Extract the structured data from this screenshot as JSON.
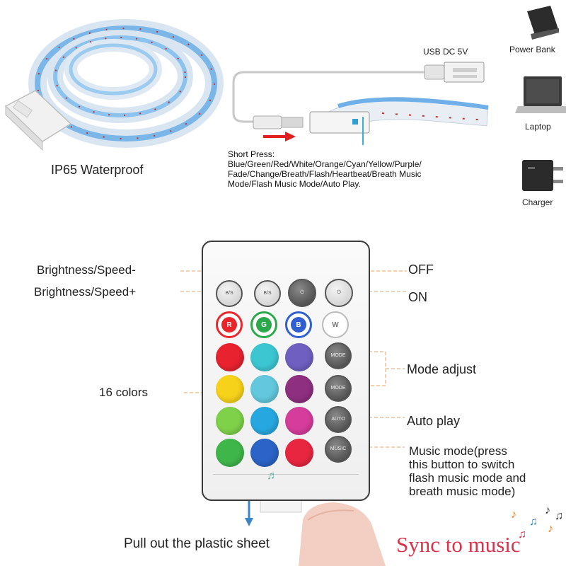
{
  "top": {
    "waterproof_label": "IP65  Waterproof",
    "usb_label": "USB DC 5V",
    "short_press_title": "Short Press:",
    "short_press_lines": [
      "Blue/Green/Red/White/Orange/Cyan/Yellow/Purple/",
      "Fade/Change/Breath/Flash/Heartbeat/Breath Music",
      "Mode/Flash Music Mode/Auto Play."
    ],
    "devices": [
      {
        "name": "Power Bank",
        "icon": "power-bank-icon"
      },
      {
        "name": "Laptop",
        "icon": "laptop-icon"
      },
      {
        "name": "Charger",
        "icon": "charger-icon"
      }
    ]
  },
  "remote": {
    "top_row": [
      {
        "label": "B/S",
        "sub": "-",
        "icon": "brightness-down-button"
      },
      {
        "label": "B/S",
        "sub": "+",
        "icon": "brightness-up-button"
      },
      {
        "label": "OFF",
        "icon": "power-off-button"
      },
      {
        "label": "ON",
        "icon": "power-on-button"
      }
    ],
    "rgbw": [
      {
        "label": "R",
        "color": "#e8262c"
      },
      {
        "label": "G",
        "color": "#2aa84a"
      },
      {
        "label": "B",
        "color": "#2f5fd0"
      },
      {
        "label": "W",
        "color": "#ffffff"
      }
    ],
    "color_grid": [
      "#e8232f",
      "#3cc6d2",
      "#6f5fc0",
      "#f7d21a",
      "#63c8dd",
      "#8e2f80",
      "#7fd14a",
      "#27a7e0",
      "#d63c9c",
      "#3fb64a",
      "#2b63c6",
      "#e8263f"
    ],
    "side_buttons": [
      {
        "label": "MODE",
        "sub": "+"
      },
      {
        "label": "MODE",
        "sub": "-"
      },
      {
        "label": "AUTO",
        "sub": ""
      },
      {
        "label": "MUSIC",
        "sub": ""
      }
    ]
  },
  "labels": {
    "brightness_down": "Brightness/Speed-",
    "brightness_up": "Brightness/Speed+",
    "off": "OFF",
    "on": "ON",
    "sixteen_colors": "16 colors",
    "mode_adjust": "Mode adjust",
    "auto_play": "Auto play",
    "music_mode_lines": [
      "Music mode(press",
      "this button to switch",
      "flash music mode and",
      "breath music mode)"
    ],
    "pull_out": "Pull out the plastic sheet",
    "sync": "Sync to music"
  },
  "colors": {
    "accent_line": "#e8a060",
    "sync_text": "#d8344a",
    "arrow_red": "#e02020",
    "arrow_blue": "#3a86c8"
  }
}
